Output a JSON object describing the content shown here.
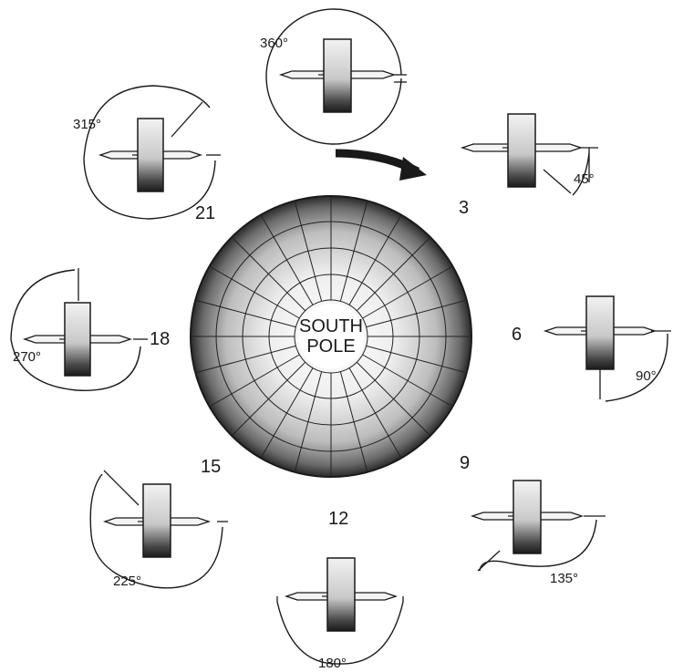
{
  "pole_label": [
    "SOUTH",
    "POLE"
  ],
  "direction_arrow": "rotation-arrow",
  "positions": [
    {
      "hour": "3",
      "angle": "45°"
    },
    {
      "hour": "6",
      "angle": "90°"
    },
    {
      "hour": "9",
      "angle": "135°"
    },
    {
      "hour": "12",
      "angle": "180°"
    },
    {
      "hour": "15",
      "angle": "225°"
    },
    {
      "hour": "18",
      "angle": "270°"
    },
    {
      "hour": "21",
      "angle": "315°"
    },
    {
      "hour": "",
      "angle": "360°"
    }
  ]
}
